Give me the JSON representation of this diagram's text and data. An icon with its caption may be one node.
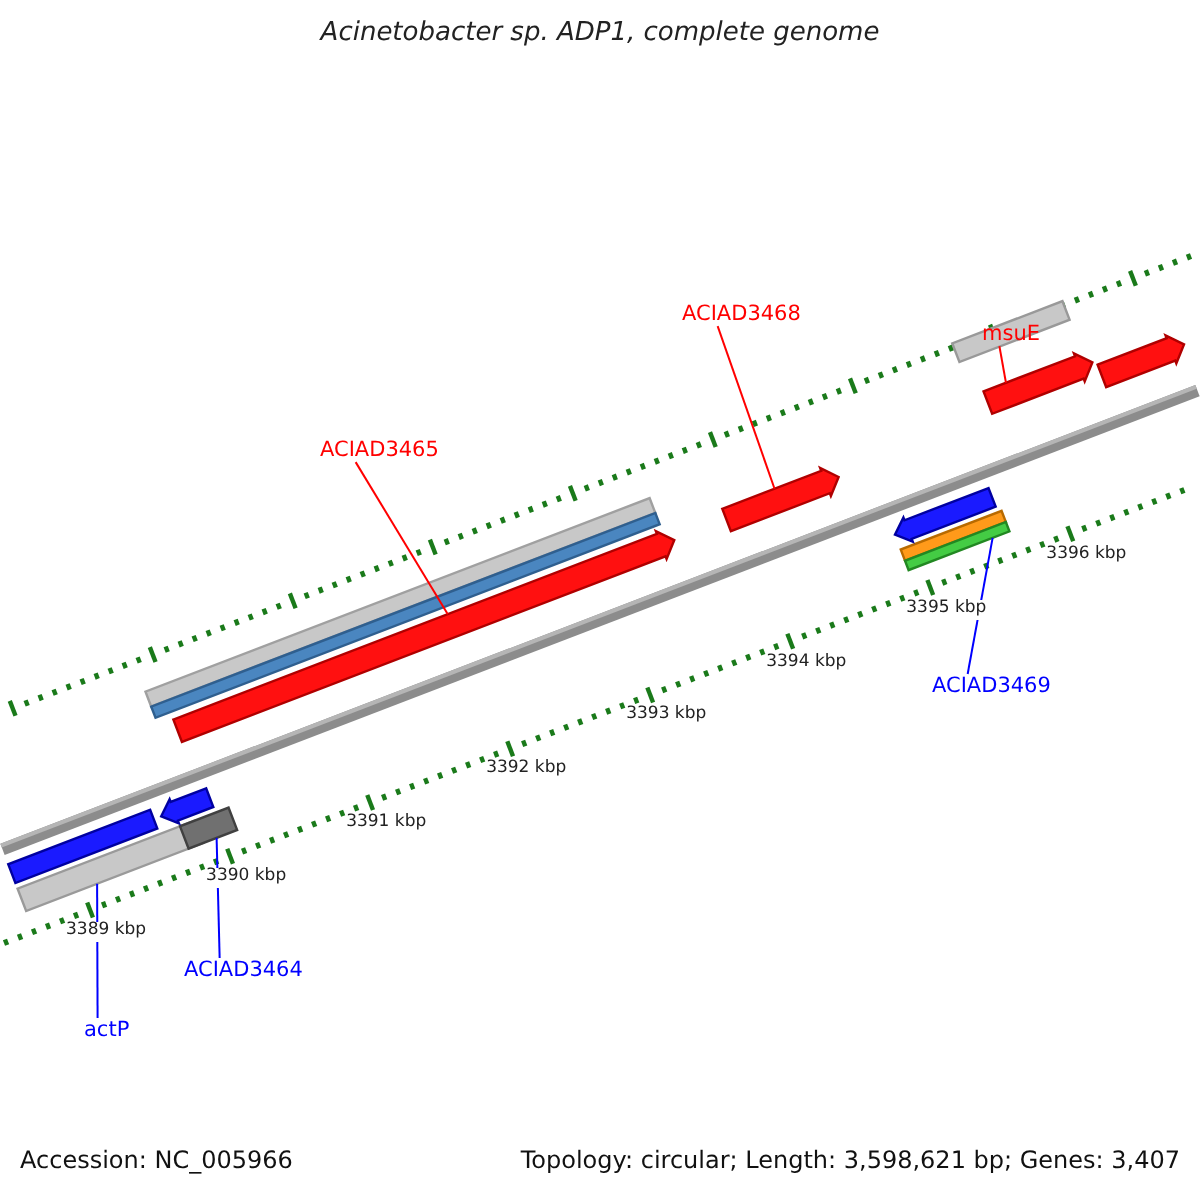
{
  "diagram": {
    "title": "Acinetobacter sp. ADP1, complete genome",
    "nodes": [
      {
        "text": [
          "ACIAD3468"
        ]
      },
      {
        "text": [
          "msuE"
        ]
      },
      {
        "text": [
          "ACIAD3465"
        ]
      },
      {
        "text": [
          "ACIAD3469"
        ]
      },
      {
        "text": [
          "ACIAD3464"
        ]
      },
      {
        "text": [
          "actP"
        ]
      },
      {
        "text": [],
        "shape": "arrow"
      },
      {
        "text": [],
        "shape": "arrow"
      },
      {
        "text": [],
        "shape": "arrow"
      },
      {
        "text": [],
        "shape": "arrow"
      },
      {
        "text": [],
        "shape": "arrow"
      },
      {
        "text": [],
        "shape": "arrow"
      },
      {
        "text": [],
        "shape": "arrow"
      }
    ],
    "edges": [
      {
        "from": 0,
        "to": 6,
        "arrow": "none",
        "color": "#ff0000"
      },
      {
        "from": 1,
        "to": 7,
        "arrow": "none",
        "color": "#ff0000"
      },
      {
        "from": 2,
        "to": 8,
        "arrow": "none",
        "color": "#ff0000"
      },
      {
        "from": 3,
        "to": 9,
        "arrow": "none",
        "color": "#0000ff"
      },
      {
        "from": 4,
        "to": 10,
        "arrow": "none",
        "color": "#0000ff"
      },
      {
        "from": 5,
        "to": 11,
        "arrow": "none",
        "color": "#0000ff"
      }
    ],
    "labels": [
      "3389 kbp",
      "3390 kbp",
      "3391 kbp",
      "3392 kbp",
      "3393 kbp",
      "3394 kbp",
      "3395 kbp",
      "3396 kbp",
      "Accession: NC_005966",
      "Topology: circular; Length: 3,598,621 bp; Genes: 3,407"
    ]
  }
}
